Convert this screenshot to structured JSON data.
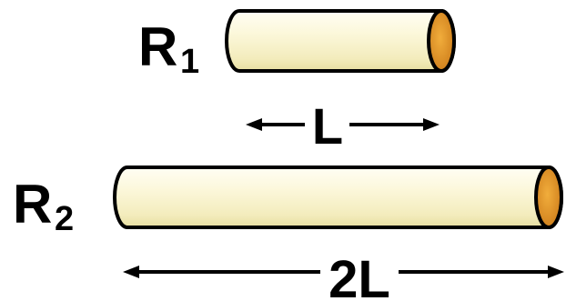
{
  "resistors": [
    {
      "label": "R",
      "subscript": "1",
      "length_label": "L"
    },
    {
      "label": "R",
      "subscript": "2",
      "length_label": "2L"
    }
  ],
  "colors": {
    "rod_body": "#fbf7d6",
    "rod_highlight": "#fffef0",
    "rod_shadow": "#e9e2a6",
    "rod_end": "#e79a2a",
    "rod_end_dark": "#c9781a",
    "outline": "#000000"
  }
}
